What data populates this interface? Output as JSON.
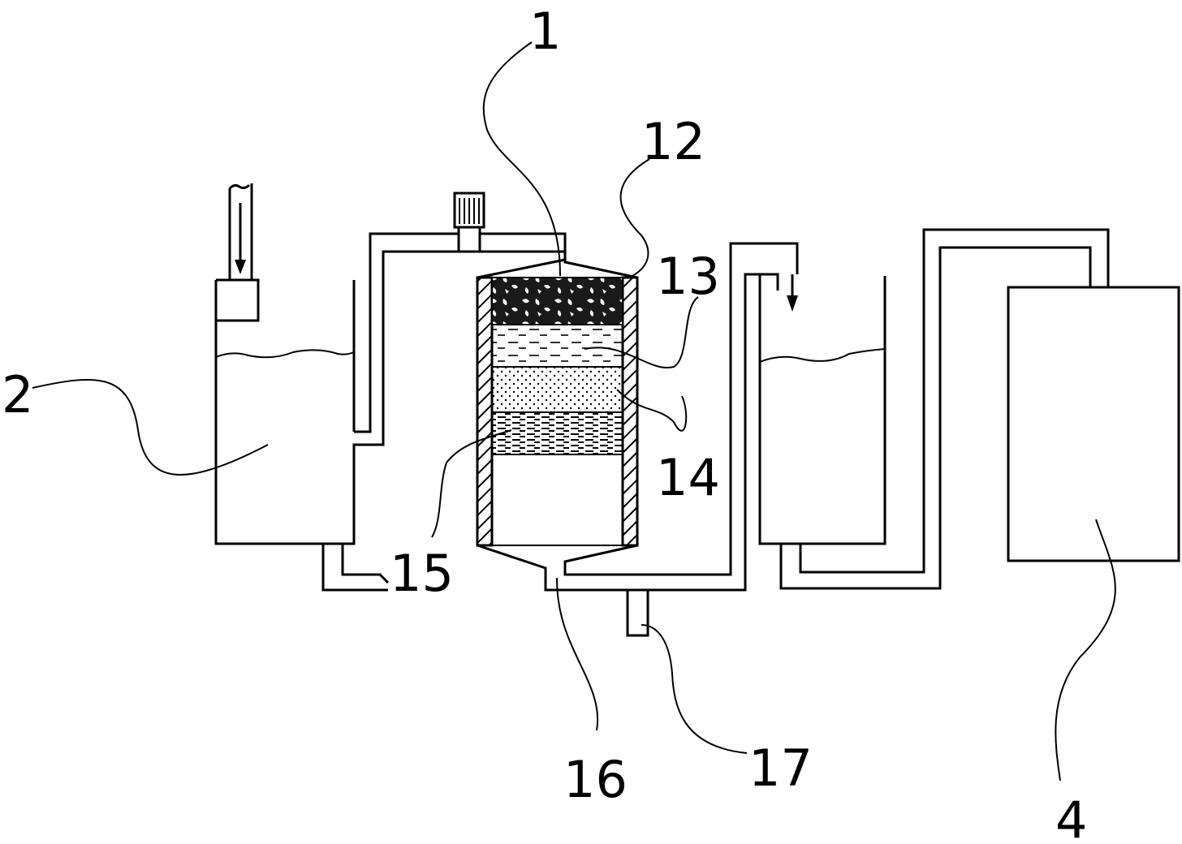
{
  "labels": {
    "filter": "1",
    "tank_left": "2",
    "tank_right": "4",
    "top_layer": "12",
    "layer_2": "13",
    "layer_3": "14",
    "layer_4": "15",
    "outlet_left": "15",
    "bottom_outlet": "16",
    "drain": "17"
  }
}
